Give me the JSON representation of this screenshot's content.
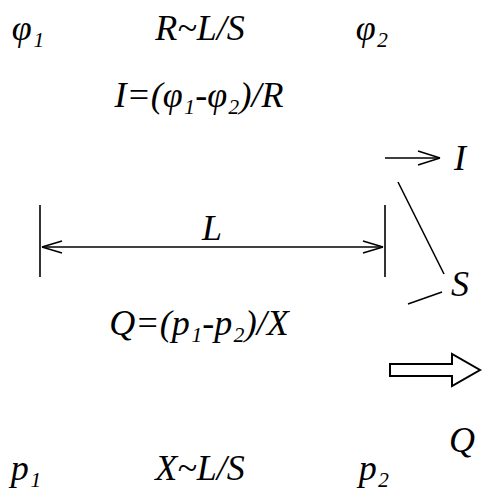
{
  "diagram": {
    "nodes": [
      {
        "text": [
          "I=(φ₁-φ₂)/R"
        ]
      },
      {
        "text": [
          "Q=(p₁-p₂)/X"
        ]
      }
    ],
    "labels": [
      "φ₁",
      "R~L/S",
      "φ₂",
      "I",
      "L",
      "S",
      "Q",
      "p₁",
      "X~L/S",
      "p₂"
    ]
  }
}
